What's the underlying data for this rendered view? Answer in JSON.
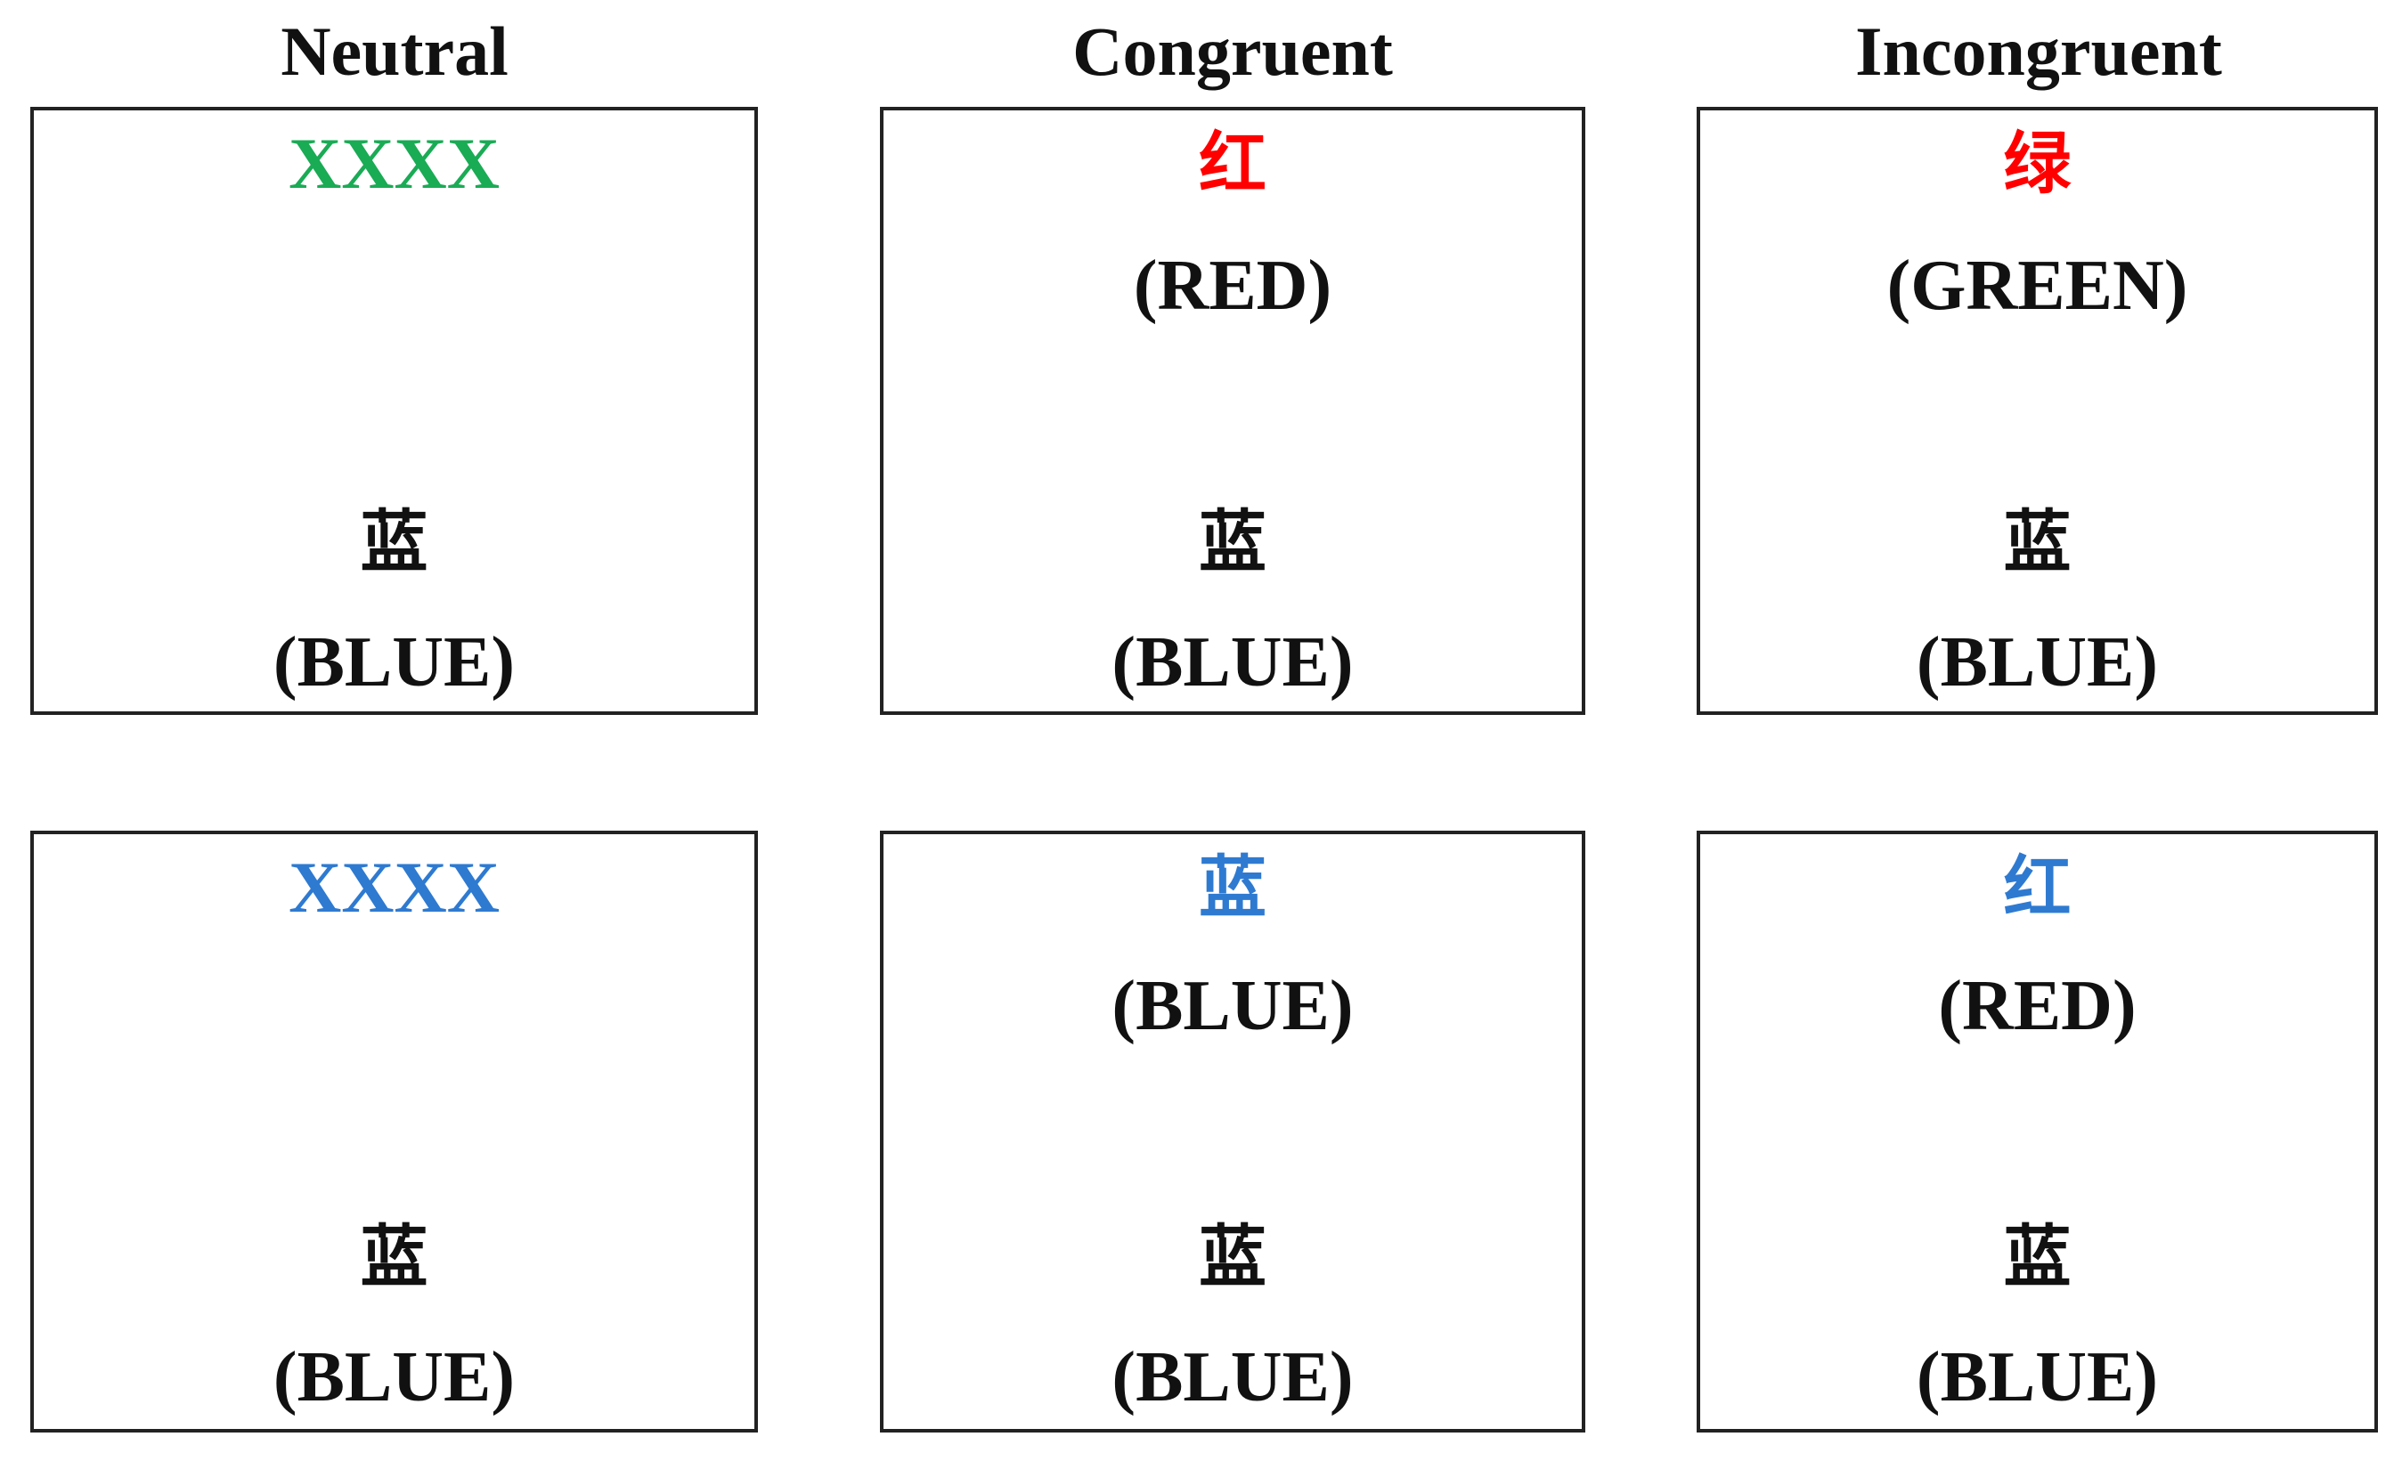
{
  "headers": {
    "neutral": "Neutral",
    "congruent": "Congruent",
    "incongruent": "Incongruent"
  },
  "colors": {
    "green": "#1aab55",
    "red": "#ff0000",
    "blue": "#2e7ad1",
    "black": "#111111"
  },
  "panels": {
    "neutral_1": {
      "prime": "XXXX",
      "prime_color": "green",
      "target": "蓝",
      "target_translation": "(BLUE)"
    },
    "congruent_1": {
      "prime": "红",
      "prime_color": "red",
      "prime_translation": "(RED)",
      "target": "蓝",
      "target_translation": "(BLUE)"
    },
    "incongruent_1": {
      "prime": "绿",
      "prime_color": "red",
      "prime_translation": "(GREEN)",
      "target": "蓝",
      "target_translation": "(BLUE)"
    },
    "neutral_2": {
      "prime": "XXXX",
      "prime_color": "blue",
      "target": "蓝",
      "target_translation": "(BLUE)"
    },
    "congruent_2": {
      "prime": "蓝",
      "prime_color": "blue",
      "prime_translation": "(BLUE)",
      "target": "蓝",
      "target_translation": "(BLUE)"
    },
    "incongruent_2": {
      "prime": "红",
      "prime_color": "blue",
      "prime_translation": "(RED)",
      "target": "蓝",
      "target_translation": "(BLUE)"
    }
  }
}
